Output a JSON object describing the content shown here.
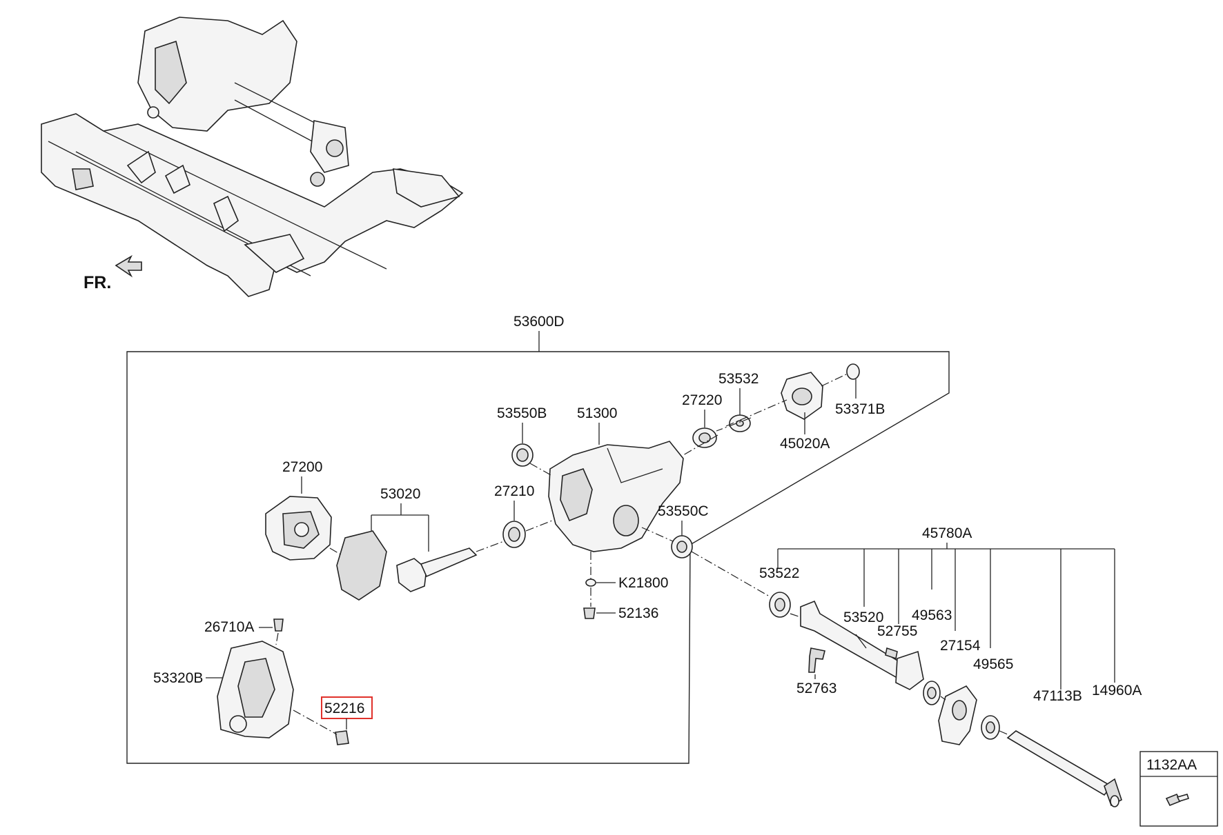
{
  "direction_label": "FR.",
  "part_labels": {
    "p53600D": "53600D",
    "p53532": "53532",
    "p27220": "27220",
    "p53371B": "53371B",
    "p45020A": "45020A",
    "p53550B": "53550B",
    "p51300": "51300",
    "p27200": "27200",
    "p53020": "53020",
    "p27210": "27210",
    "p53550C": "53550C",
    "pK21800": "K21800",
    "p52136": "52136",
    "p26710A": "26710A",
    "p53320B": "53320B",
    "p52216": "52216",
    "p45780A": "45780A",
    "p53522": "53522",
    "p53520": "53520",
    "p52755": "52755",
    "p49563": "49563",
    "p27154": "27154",
    "p49565": "49565",
    "p52763": "52763",
    "p47113B": "47113B",
    "p14960A": "14960A",
    "p1132AA": "1132AA"
  },
  "highlighted_part": "52216",
  "colors": {
    "line": "#222222",
    "highlight": "#e0302a"
  }
}
